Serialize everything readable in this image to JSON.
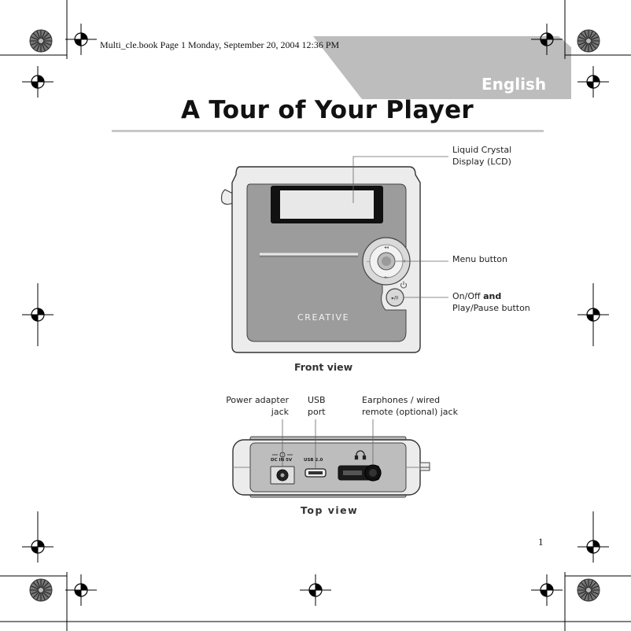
{
  "print_header": {
    "text": "Multi_cle.book  Page 1  Monday, September 20, 2004  12:36 PM"
  },
  "language_tab": {
    "label": "English"
  },
  "page_title": "A Tour of Your Player",
  "front_view": {
    "callouts": {
      "lcd": {
        "line1": "Liquid Crystal",
        "line2": "Display (LCD)"
      },
      "menu_button": "Menu button",
      "onoff": {
        "prefix": "On/Off ",
        "emphasis": "and",
        "line2": "Play/Pause button"
      }
    },
    "device_brand": "CREATIVE",
    "caption": "Front view"
  },
  "top_view": {
    "callouts": {
      "power_adapter": {
        "line1": "Power adapter",
        "line2": "jack"
      },
      "usb": {
        "line1": "USB",
        "line2": "port"
      },
      "earphones": {
        "line1": "Earphones / wired",
        "line2": "remote (optional) jack"
      }
    },
    "port_labels": {
      "dc_in": "DC IN 5V",
      "usb": "USB 2.0"
    },
    "caption": "Top view"
  },
  "page_number": "1",
  "colors": {
    "tab_gray": "#bdbdbd",
    "rule_gray": "#c8c8c8",
    "device_face": "#9c9c9c",
    "lcd_bezel": "#111111",
    "lcd_screen": "#e8e8e8"
  },
  "icons": [
    "registration-mark-icon",
    "color-wheel-icon",
    "power-icon",
    "headphone-icon",
    "play-pause-icon"
  ]
}
